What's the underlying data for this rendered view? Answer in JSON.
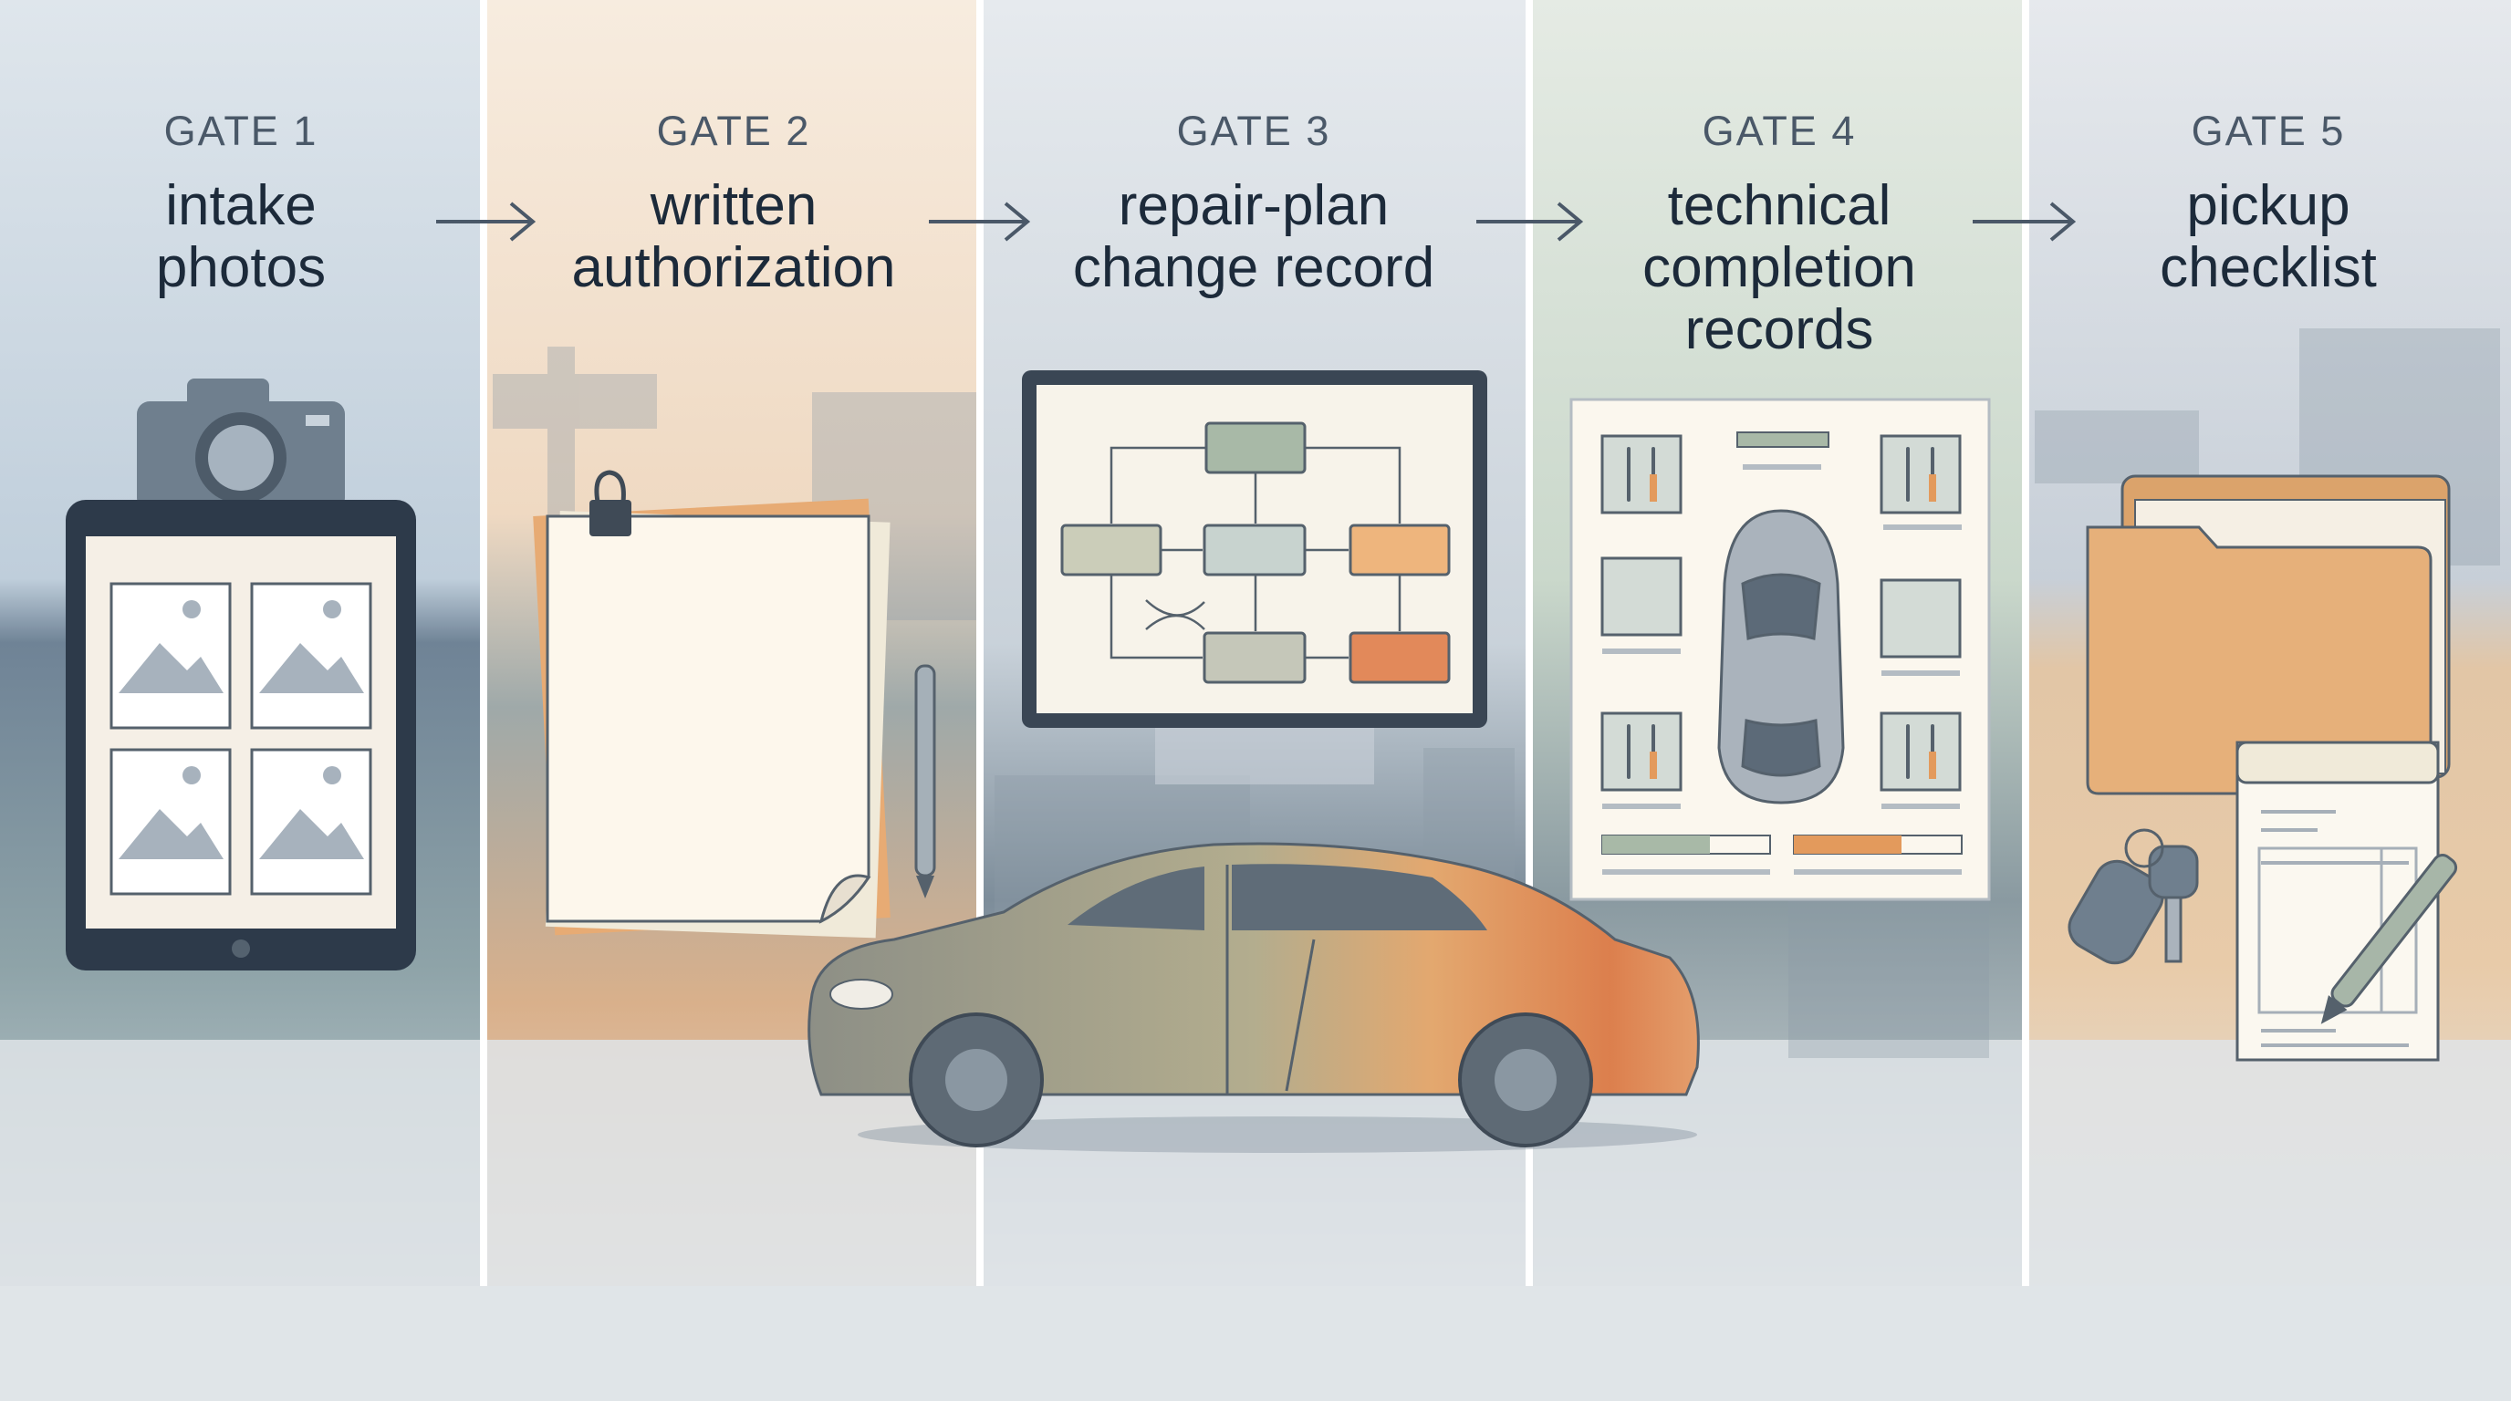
{
  "gates": [
    {
      "label": "GATE 1",
      "title_lines": [
        "intake",
        "photos"
      ]
    },
    {
      "label": "GATE 2",
      "title_lines": [
        "written",
        "authorization"
      ]
    },
    {
      "label": "GATE 3",
      "title_lines": [
        "repair-plan",
        "change record"
      ]
    },
    {
      "label": "GATE 4",
      "title_lines": [
        "technical",
        "completion",
        "records"
      ]
    },
    {
      "label": "GATE 5",
      "title_lines": [
        "pickup",
        "checklist"
      ]
    }
  ],
  "colors": {
    "panel_blue": "#cdd8e2",
    "panel_peach": "#f3e2cf",
    "panel_slate": "#d6dde4",
    "panel_green": "#d2ddd3",
    "panel_grey": "#dde1e6",
    "accent_orange": "#e39a5c",
    "text_dark": "#1c2a3a",
    "text_label": "#4a5868"
  }
}
